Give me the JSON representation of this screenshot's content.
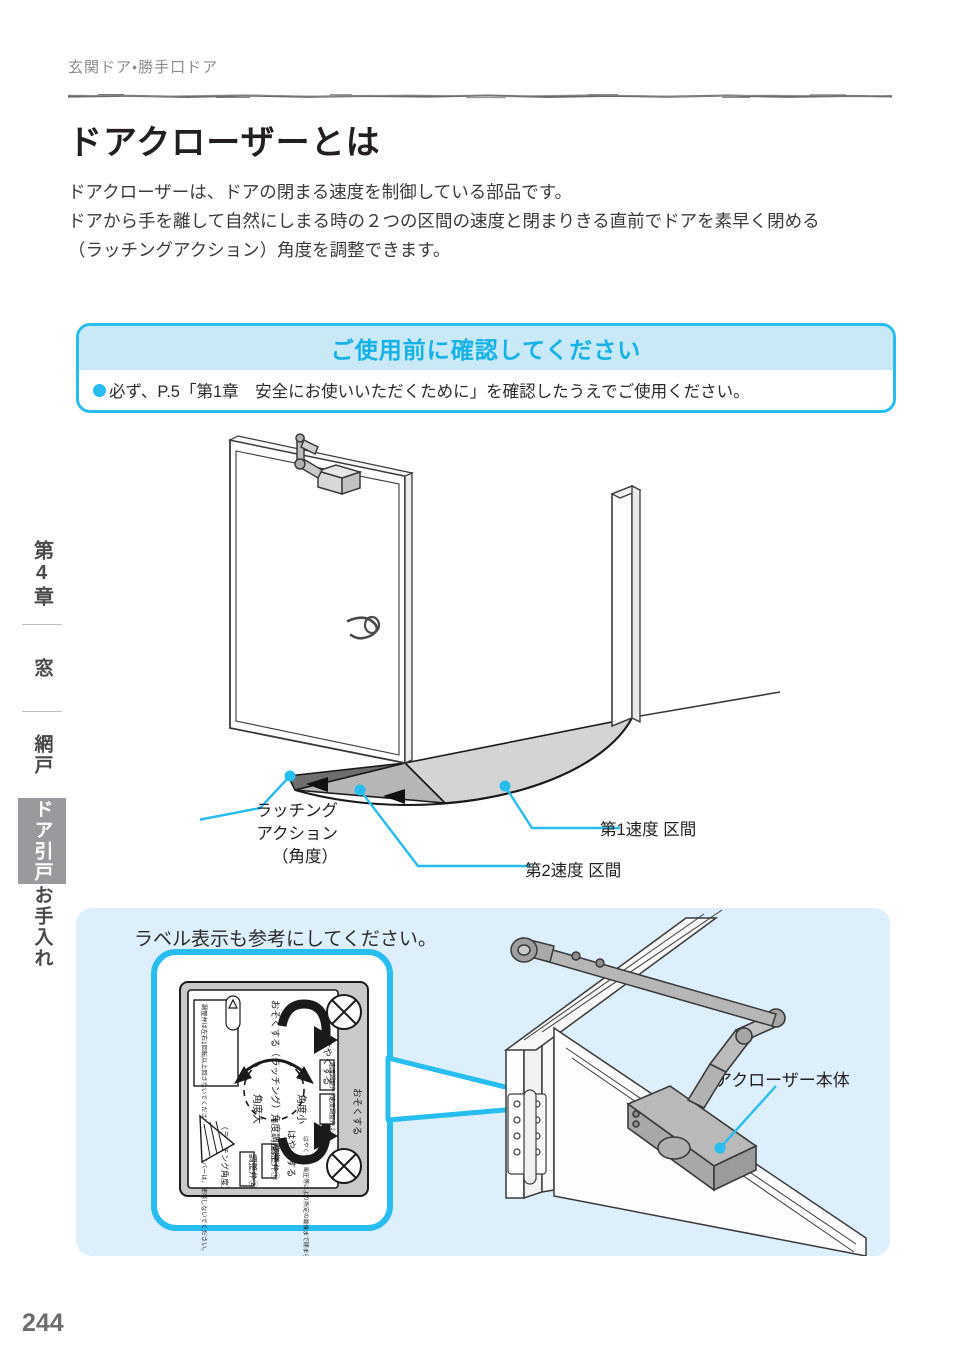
{
  "running_head": "玄関ドア・勝手口ドア",
  "page_title": "ドアクローザーとは",
  "intro": {
    "line1": "ドアクローザーは、ドアの閉まる速度を制御している部品です。",
    "line2": "ドアから手を離して自然にしまる時の２つの区間の速度と閉まりきる直前でドアを素早く閉める",
    "line3": "（ラッチングアクション）角度を調整できます。"
  },
  "notice": {
    "title": "ご使用前に確認してください",
    "body": "必ず、P.5「第1章　安全にお使いいただくために」を確認したうえでご使用ください。"
  },
  "side_tabs": [
    {
      "label": "第4章",
      "active": false
    },
    {
      "label": "窓",
      "active": false
    },
    {
      "label": "網戸",
      "active": false
    },
    {
      "label": "ドア引戸",
      "active": true
    },
    {
      "label": "お手入れ",
      "active": false
    }
  ],
  "diagram": {
    "label_latching_line1": "ラッチング",
    "label_latching_line2": "アクション",
    "label_latching_line3": "（角度）",
    "label_speed1": "第1速度 区間",
    "label_speed2": "第2速度 区間"
  },
  "label_panel": {
    "caption": "ラベル表示も参考にしてください。",
    "closer_body_label": "ドアクローザー本体",
    "sticker": {
      "slow_latching": "おそくする（ラッチング）角度調整弁",
      "fast": "はやくする",
      "slow": "おそくする",
      "angle_large": "角度大",
      "angle_small": "角度小",
      "valve1": "調整弁①",
      "valve2": "調整弁②",
      "latching_angle": "（ラッチング角度）",
      "caution": "注意",
      "caution_body": "調整弁は左右1回転以上回さないでください。調整ドライバーは、使用しないでください。",
      "note": "はやくする 風圧等により所定の最後まで閉まらない場合に使用します。",
      "speed_valve1": "速度調整弁①",
      "speed_valve2": "速度調整弁②"
    }
  },
  "folio": "244",
  "colors": {
    "accent_cyan": "#27bdef",
    "notice_header_bg": "#c9e9f7",
    "notice_title": "#15b2e8",
    "panel_bg": "#ddeffa",
    "tab_active_bg": "#9a9a9e",
    "zone_latching": "#6e6e6e",
    "zone_speed2": "#b6b6b6",
    "zone_speed1": "#d4d4d4"
  }
}
